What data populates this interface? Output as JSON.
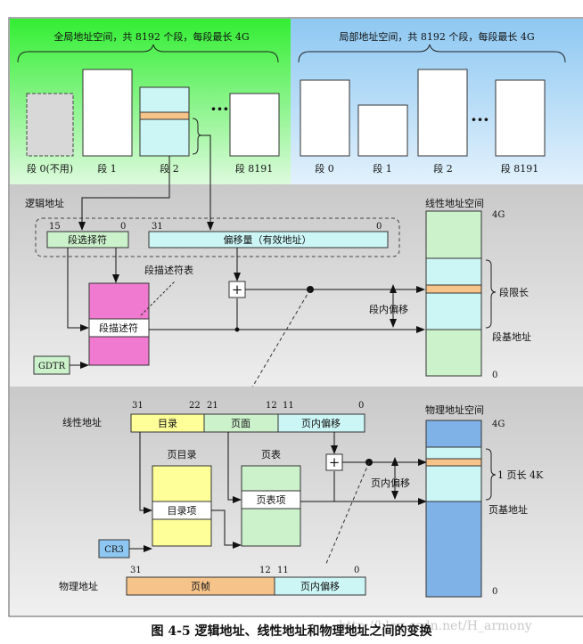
{
  "caption": "图 4-5 逻辑地址、线性地址和物理地址之间的变换",
  "watermark": "http://blog.csdn.net/H_armony",
  "global_space": {
    "header": "全局地址空间，共 8192 个段，每段最长 4G",
    "segments": [
      "段 0(不用)",
      "段 1",
      "段 2",
      "段 8191"
    ],
    "ellipsis": "···"
  },
  "local_space": {
    "header": "局部地址空间，共 8192 个段，每段最长 4G",
    "segments": [
      "段 0",
      "段 1",
      "段 2",
      "段 8191"
    ],
    "ellipsis": "···"
  },
  "logical": {
    "title": "逻辑地址",
    "selector_bits": [
      "15",
      "0"
    ],
    "selector": "段选择符",
    "offset_bits": [
      "31",
      "0"
    ],
    "offset": "偏移量（有效地址）",
    "descriptor_table": "段描述符表",
    "descriptor": "段描述符",
    "gdtr": "GDTR",
    "plus": "+"
  },
  "linear_space": {
    "title": "线性地址空间",
    "top": "4G",
    "bottom": "0",
    "limit": "段限长",
    "offset_in_seg": "段内偏移",
    "base": "段基地址"
  },
  "linear_addr": {
    "title": "线性地址",
    "bits": [
      "31",
      "22",
      "21",
      "12",
      "11",
      "0"
    ],
    "dir": "目录",
    "page": "页面",
    "offset": "页内偏移"
  },
  "paging": {
    "page_dir": "页目录",
    "dir_entry": "目录项",
    "page_table": "页表",
    "table_entry": "页表项",
    "cr3": "CR3",
    "plus": "+",
    "offset_in_page": "页内偏移"
  },
  "physical_space": {
    "title": "物理地址空间",
    "top": "4G",
    "bottom": "0",
    "page_size": "1 页长 4K",
    "page_base": "页基地址"
  },
  "physical_addr": {
    "title": "物理地址",
    "bits": [
      "31",
      "12",
      "11",
      "0"
    ],
    "frame": "页帧",
    "offset": "页内偏移"
  },
  "colors": {
    "green_bg": "#33ee33",
    "blue_bg": "#8ec8f2",
    "gray_bg": "#cfcfcf",
    "pale_green": "#ccf2cc",
    "cyan": "#ccf6f6",
    "pink": "#f07ad0",
    "yellow": "#ffff99",
    "orange": "#f6c38a",
    "blue_bar": "#7fb2e6"
  }
}
